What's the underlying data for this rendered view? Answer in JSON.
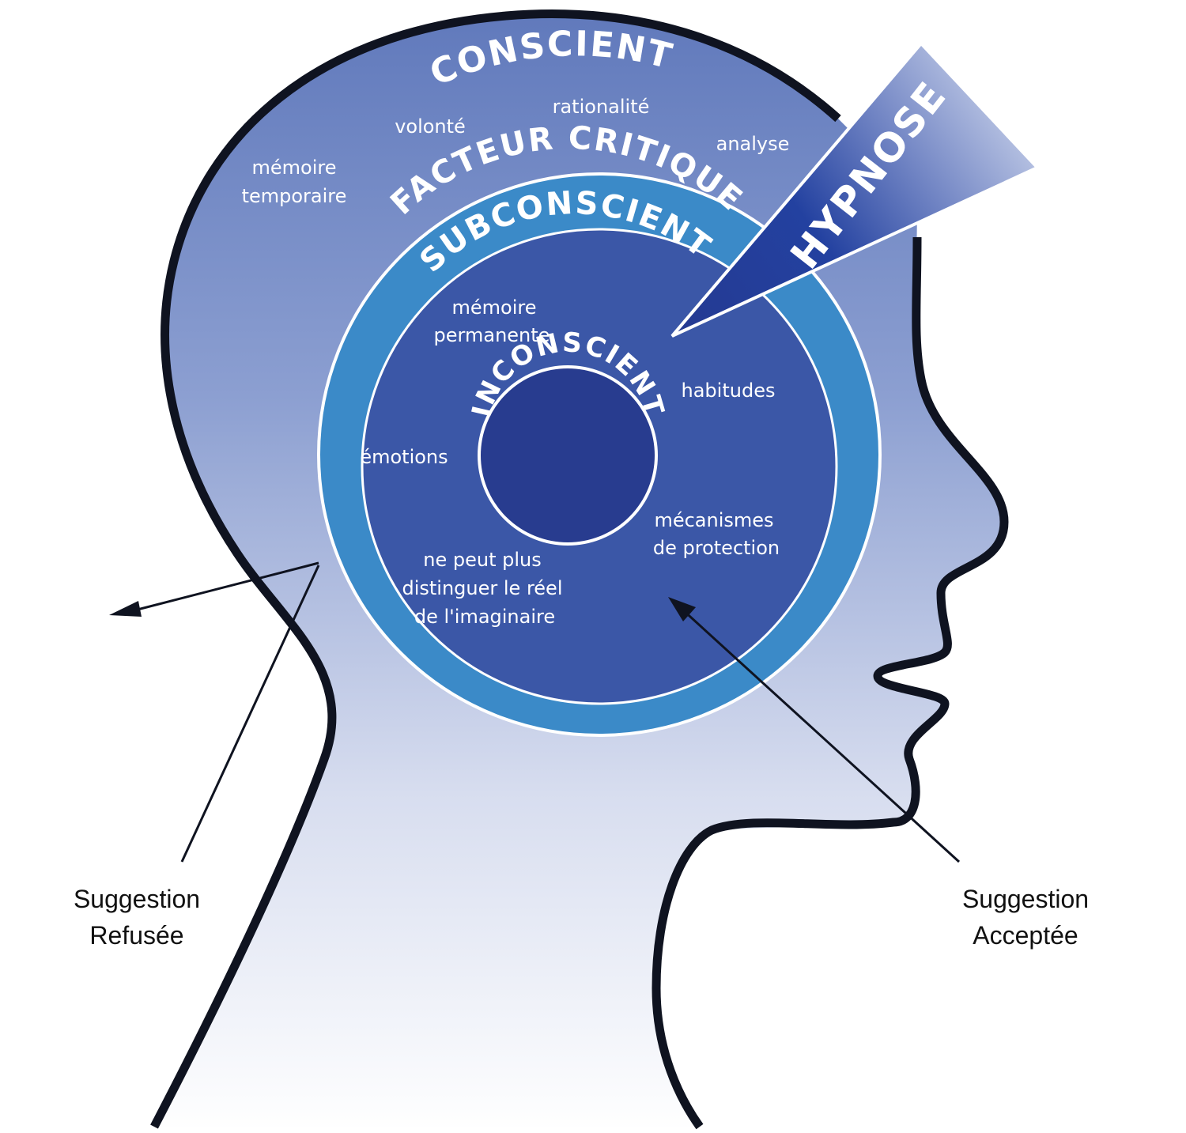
{
  "diagram": {
    "title": "Modèle de l'esprit et de l'hypnose",
    "layers": {
      "conscient": {
        "title": "CONSCIENT",
        "items": [
          "mémoire",
          "temporaire",
          "volonté",
          "rationalité",
          "analyse"
        ]
      },
      "facteur_critique": {
        "title": "FACTEUR CRITIQUE"
      },
      "subconscient": {
        "title": "SUBCONSCIENT",
        "items": {
          "memoire_1": "mémoire",
          "memoire_2": "permanente",
          "habitudes": "habitudes",
          "emotions": "émotions",
          "mecanismes_1": "mécanismes",
          "mecanismes_2": "de protection",
          "distinguer_1": "ne peut plus",
          "distinguer_2": "distinguer le réel",
          "distinguer_3": "de l'imaginaire"
        }
      },
      "inconscient": {
        "title": "INCONSCIENT"
      }
    },
    "hypnose": {
      "label": "HYPNOSE"
    },
    "refused": {
      "line1": "Suggestion",
      "line2": "Refusée"
    },
    "accepted": {
      "line1": "Suggestion",
      "line2": "Acceptée"
    },
    "colors": {
      "outline": "#0f1320",
      "conscient_top": "#5f78bb",
      "conscient_bottom": "#ffffff",
      "facteur": "#3b8ac8",
      "subconscient": "#3b57a7",
      "inconscient": "#283c8f",
      "hypnose_dark": "#253a92",
      "hypnose_light": "#c5cfe7"
    }
  }
}
